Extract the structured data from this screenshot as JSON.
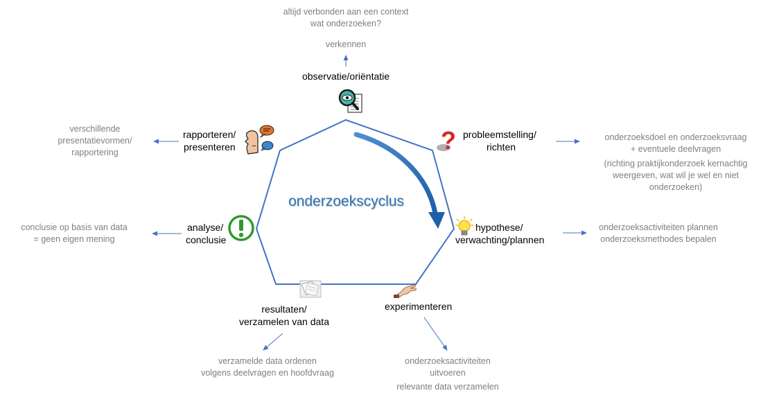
{
  "diagram": {
    "title": "onderzoekscyclus",
    "colors": {
      "accent": "#2e75b6",
      "line": "#4472c4",
      "note": "#7f7f7f"
    },
    "stages": [
      {
        "id": "observatie",
        "label": "observatie/oriëntatie",
        "icon": "magnifier-eye-icon",
        "notes": [
          "altijd verbonden aan een context",
          "wat onderzoeken?",
          "verkennen"
        ]
      },
      {
        "id": "probleemstelling",
        "label": [
          "probleemstelling/",
          "richten"
        ],
        "icon": "question-mark-icon",
        "notes": [
          "onderzoeksdoel en onderzoeksvraag",
          "+ eventuele deelvragen",
          "(richting praktijkonderzoek kernachtig",
          "weergeven, wat wil je wel en niet",
          "onderzoeken)"
        ]
      },
      {
        "id": "hypothese",
        "label": [
          "hypothese/",
          "verwachting/plannen"
        ],
        "icon": "lightbulb-icon",
        "notes": [
          "onderzoeksactiviteiten plannen",
          "onderzoeksmethodes bepalen"
        ]
      },
      {
        "id": "experimenteren",
        "label": "experimenteren",
        "icon": "hand-icon",
        "notes": [
          "onderzoeksactiviteiten",
          "uitvoeren",
          "relevante data verzamelen"
        ]
      },
      {
        "id": "resultaten",
        "label": [
          "resultaten/",
          "verzamelen van data"
        ],
        "icon": "papers-icon",
        "notes": [
          "verzamelde data ordenen",
          "volgens deelvragen en hoofdvraag"
        ]
      },
      {
        "id": "analyse",
        "label": [
          "analyse/",
          "conclusie"
        ],
        "icon": "exclamation-icon",
        "notes": [
          "conclusie op basis van data",
          "= geen  eigen mening"
        ]
      },
      {
        "id": "rapporteren",
        "label": [
          "rapporteren/",
          "presenteren"
        ],
        "icon": "speaking-head-icon",
        "notes": [
          "verschillende",
          "presentatievormen/",
          "rapportering"
        ]
      }
    ]
  }
}
